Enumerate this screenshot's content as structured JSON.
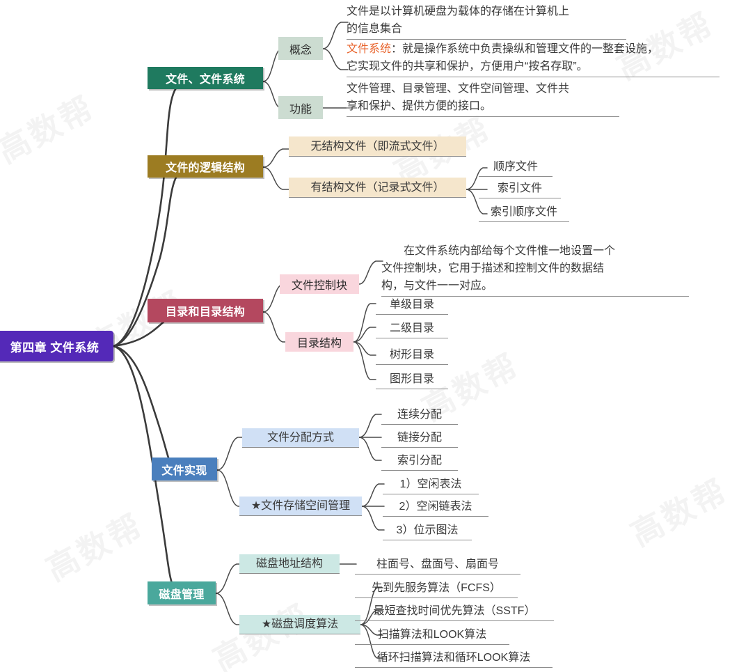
{
  "root": {
    "label": "第四章 文件系统",
    "color": "#5429b8"
  },
  "branches": [
    {
      "id": "file-system",
      "label": "文件、文件系统",
      "color": "#1f7a5f",
      "pill_color": "#ccdcd1",
      "children": [
        {
          "label": "概念",
          "leaves": [
            {
              "text": "文件是以计算机硬盘为载体的存储在计算机上\n的信息集合"
            },
            {
              "prefix": "文件系统",
              "text": "：就是操作系统中负责操纵和管理文件的一整套设施，\n它实现文件的共享和保护，方便用户“按名存取”。"
            }
          ]
        },
        {
          "label": "功能",
          "leaves": [
            {
              "text": "文件管理、目录管理、文件空间管理、文件共\n享和保护、提供方便的接口。"
            }
          ]
        }
      ]
    },
    {
      "id": "logical-structure",
      "label": "文件的逻辑结构",
      "color": "#9c7c22",
      "pill_color": "#f5e6cc",
      "children": [
        {
          "label": "无结构文件（即流式文件）",
          "leaves": []
        },
        {
          "label": "有结构文件（记录式文件）",
          "leaves": [
            {
              "text": "顺序文件"
            },
            {
              "text": "索引文件"
            },
            {
              "text": "索引顺序文件"
            }
          ]
        }
      ]
    },
    {
      "id": "directory",
      "label": "目录和目录结构",
      "color": "#b4485f",
      "pill_color": "#f9d6dd",
      "children": [
        {
          "label": "文件控制块",
          "leaves": [
            {
              "text": "　　在文件系统内部给每个文件惟一地设置一个\n文件控制块，它用于描述和控制文件的数据结\n构，与文件一一对应。"
            }
          ]
        },
        {
          "label": "目录结构",
          "leaves": [
            {
              "text": "单级目录"
            },
            {
              "text": "二级目录"
            },
            {
              "text": "树形目录"
            },
            {
              "text": "图形目录"
            }
          ]
        }
      ]
    },
    {
      "id": "file-implementation",
      "label": "文件实现",
      "color": "#4a7fbd",
      "pill_color": "#d0e0f5",
      "children": [
        {
          "label": "文件分配方式",
          "leaves": [
            {
              "text": "连续分配"
            },
            {
              "text": "链接分配"
            },
            {
              "text": "索引分配"
            }
          ]
        },
        {
          "label": "文件存储空间管理",
          "star": true,
          "leaves": [
            {
              "text": "1）空闲表法"
            },
            {
              "text": "2）空闲链表法"
            },
            {
              "text": "3）位示图法"
            }
          ]
        }
      ]
    },
    {
      "id": "disk-management",
      "label": "磁盘管理",
      "color": "#4aa89c",
      "pill_color": "#cce8e4",
      "children": [
        {
          "label": "磁盘地址结构",
          "leaves": [
            {
              "text": "柱面号、盘面号、扇面号"
            }
          ]
        },
        {
          "label": "磁盘调度算法",
          "star": true,
          "leaves": [
            {
              "text": "先到先服务算法（FCFS）"
            },
            {
              "text": "最短查找时间优先算法（SSTF）"
            },
            {
              "text": "扫描算法和LOOK算法"
            },
            {
              "text": "循环扫描算法和循环LOOK算法"
            }
          ]
        }
      ]
    }
  ],
  "watermarks": [
    "高数帮",
    "高数帮",
    "高数帮",
    "高数帮",
    "高数帮",
    "高数帮",
    "高数帮",
    "高数帮"
  ],
  "icons": {
    "star": "★"
  }
}
